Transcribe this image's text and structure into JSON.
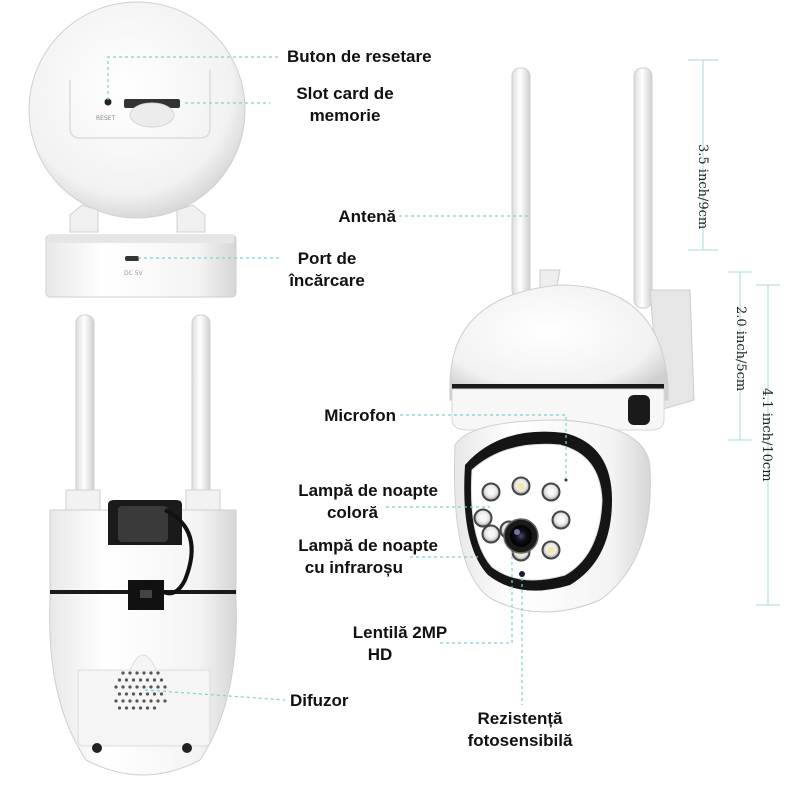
{
  "labels": {
    "reset_button": "Buton de resetare",
    "card_slot_line1": "Slot card de",
    "card_slot_line2": "memorie",
    "antenna": "Antenă",
    "charging_line1": "Port de",
    "charging_line2": "încărcare",
    "microphone": "Microfon",
    "color_lamp_line1": "Lampă de noapte",
    "color_lamp_line2": "coloră",
    "ir_lamp_line1": "Lampă de noapte",
    "ir_lamp_line2": "cu infraroșu",
    "lens_line1": "Lentilă 2MP",
    "lens_line2": "HD",
    "speaker": "Difuzor",
    "photo_line1": "Rezistență",
    "photo_line2": "fotosensibilă"
  },
  "dimensions": {
    "antenna_height": "3.5 inch/9cm",
    "body_width": "2.0 inch/5cm",
    "body_height": "4.1 inch/10cm"
  },
  "device_markings": {
    "reset": "RESET",
    "dc": "DC  5V"
  },
  "colors": {
    "leader": "#7fd0d0",
    "body": "#ffffff",
    "dark": "#1a1a1a"
  }
}
